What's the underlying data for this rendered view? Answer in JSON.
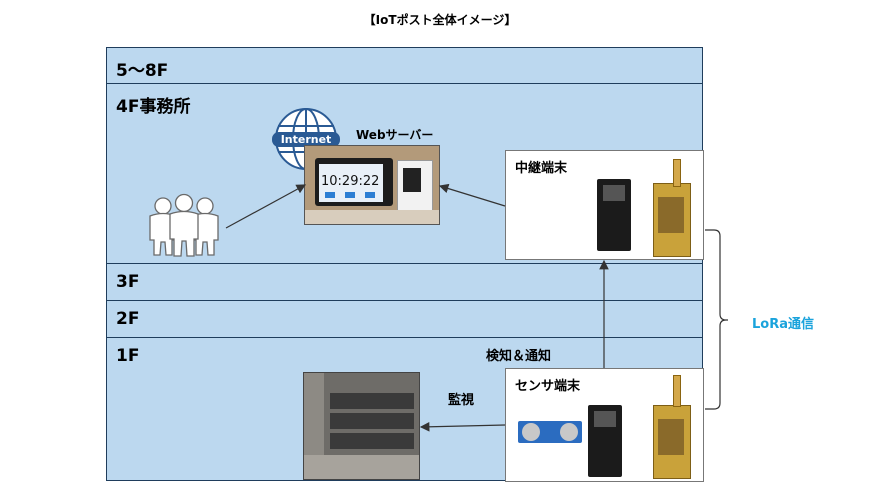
{
  "title": "【IoTポスト全体イメージ】",
  "floors": {
    "f58": "5～8F",
    "f4": "4F事務所",
    "f3": "3F",
    "f2": "2F",
    "f1": "1F"
  },
  "labels": {
    "web_server": "Webサーバー",
    "relay_terminal": "中継端末",
    "sensor_terminal": "センサ端末",
    "detect_notify": "検知＆通知",
    "monitor": "監視",
    "lora": "LoRa通信",
    "internet": "Internet",
    "clock": "10:29:22"
  },
  "colors": {
    "floor_fill": "#bcd8ef",
    "floor_border": "#1f3d5c",
    "lora_text": "#1aa3dc"
  }
}
